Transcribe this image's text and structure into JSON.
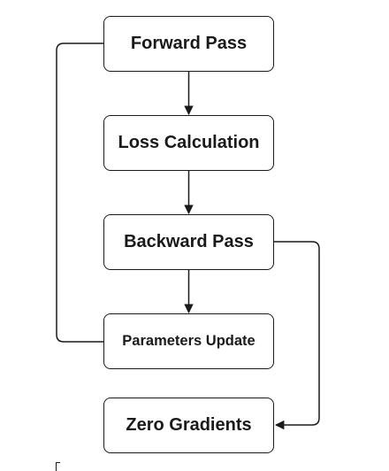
{
  "diagram": {
    "nodes": [
      {
        "id": "forward",
        "label": "Forward Pass"
      },
      {
        "id": "loss",
        "label": "Loss Calculation"
      },
      {
        "id": "backward",
        "label": "Backward Pass"
      },
      {
        "id": "params",
        "label": "Parameters Update"
      },
      {
        "id": "zero",
        "label": "Zero Gradients"
      }
    ],
    "edges": [
      {
        "from": "forward",
        "to": "loss",
        "arrow": true
      },
      {
        "from": "loss",
        "to": "backward",
        "arrow": true
      },
      {
        "from": "backward",
        "to": "params",
        "arrow": true
      },
      {
        "from": "backward",
        "to": "zero",
        "arrow": true
      },
      {
        "from": "params",
        "to": "forward",
        "arrow": false
      }
    ],
    "colors": {
      "stroke": "#1a1a1a",
      "background": "#ffffff"
    }
  }
}
